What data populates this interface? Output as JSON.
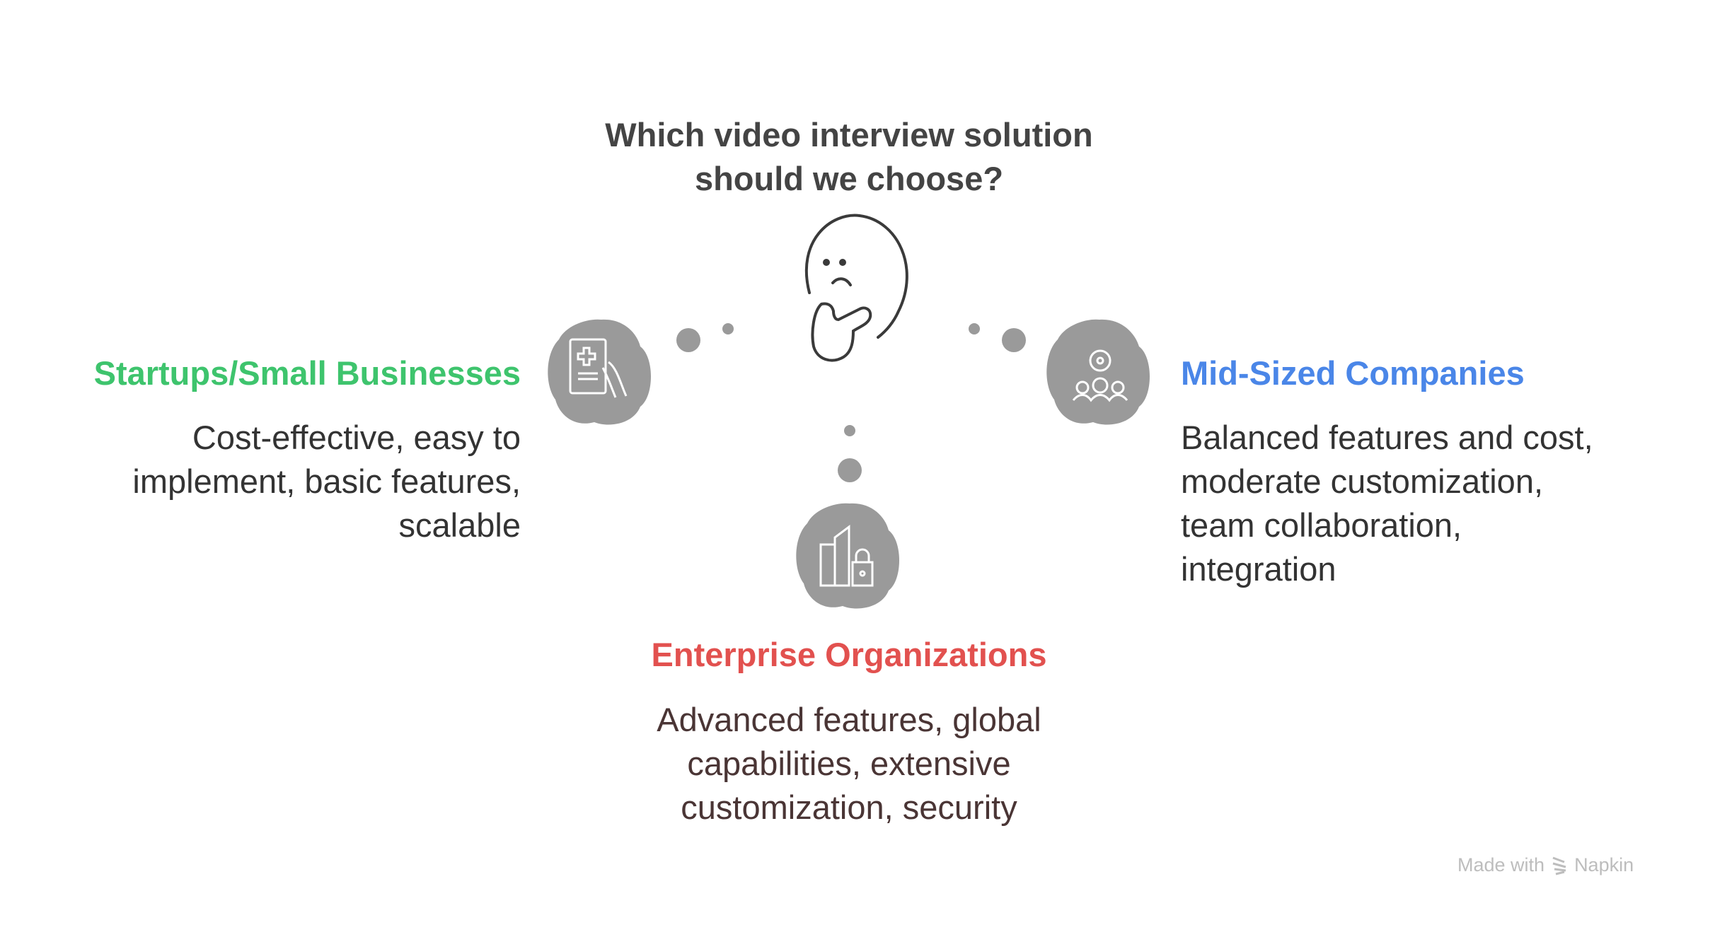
{
  "title": {
    "line1": "Which video interview solution",
    "line2": "should we choose?"
  },
  "options": [
    {
      "heading": "Startups/Small Businesses",
      "lines": [
        "Cost-effective, easy to",
        "implement, basic features,",
        "scalable"
      ],
      "color": "#3ec46d",
      "icon": "tablet-medical-hand-icon"
    },
    {
      "heading": "Mid-Sized Companies",
      "lines": [
        "Balanced features and cost,",
        "moderate customization,",
        "team collaboration,",
        "integration"
      ],
      "color": "#4a86e8",
      "icon": "team-gear-icon"
    },
    {
      "heading": "Enterprise Organizations",
      "lines": [
        "Advanced features, global",
        "capabilities, extensive",
        "customization, security"
      ],
      "color": "#e2514f",
      "icon": "buildings-lock-icon"
    }
  ],
  "center_icon": "thinking-face-icon",
  "watermark": {
    "prefix": "Made with",
    "brand": "Napkin"
  }
}
